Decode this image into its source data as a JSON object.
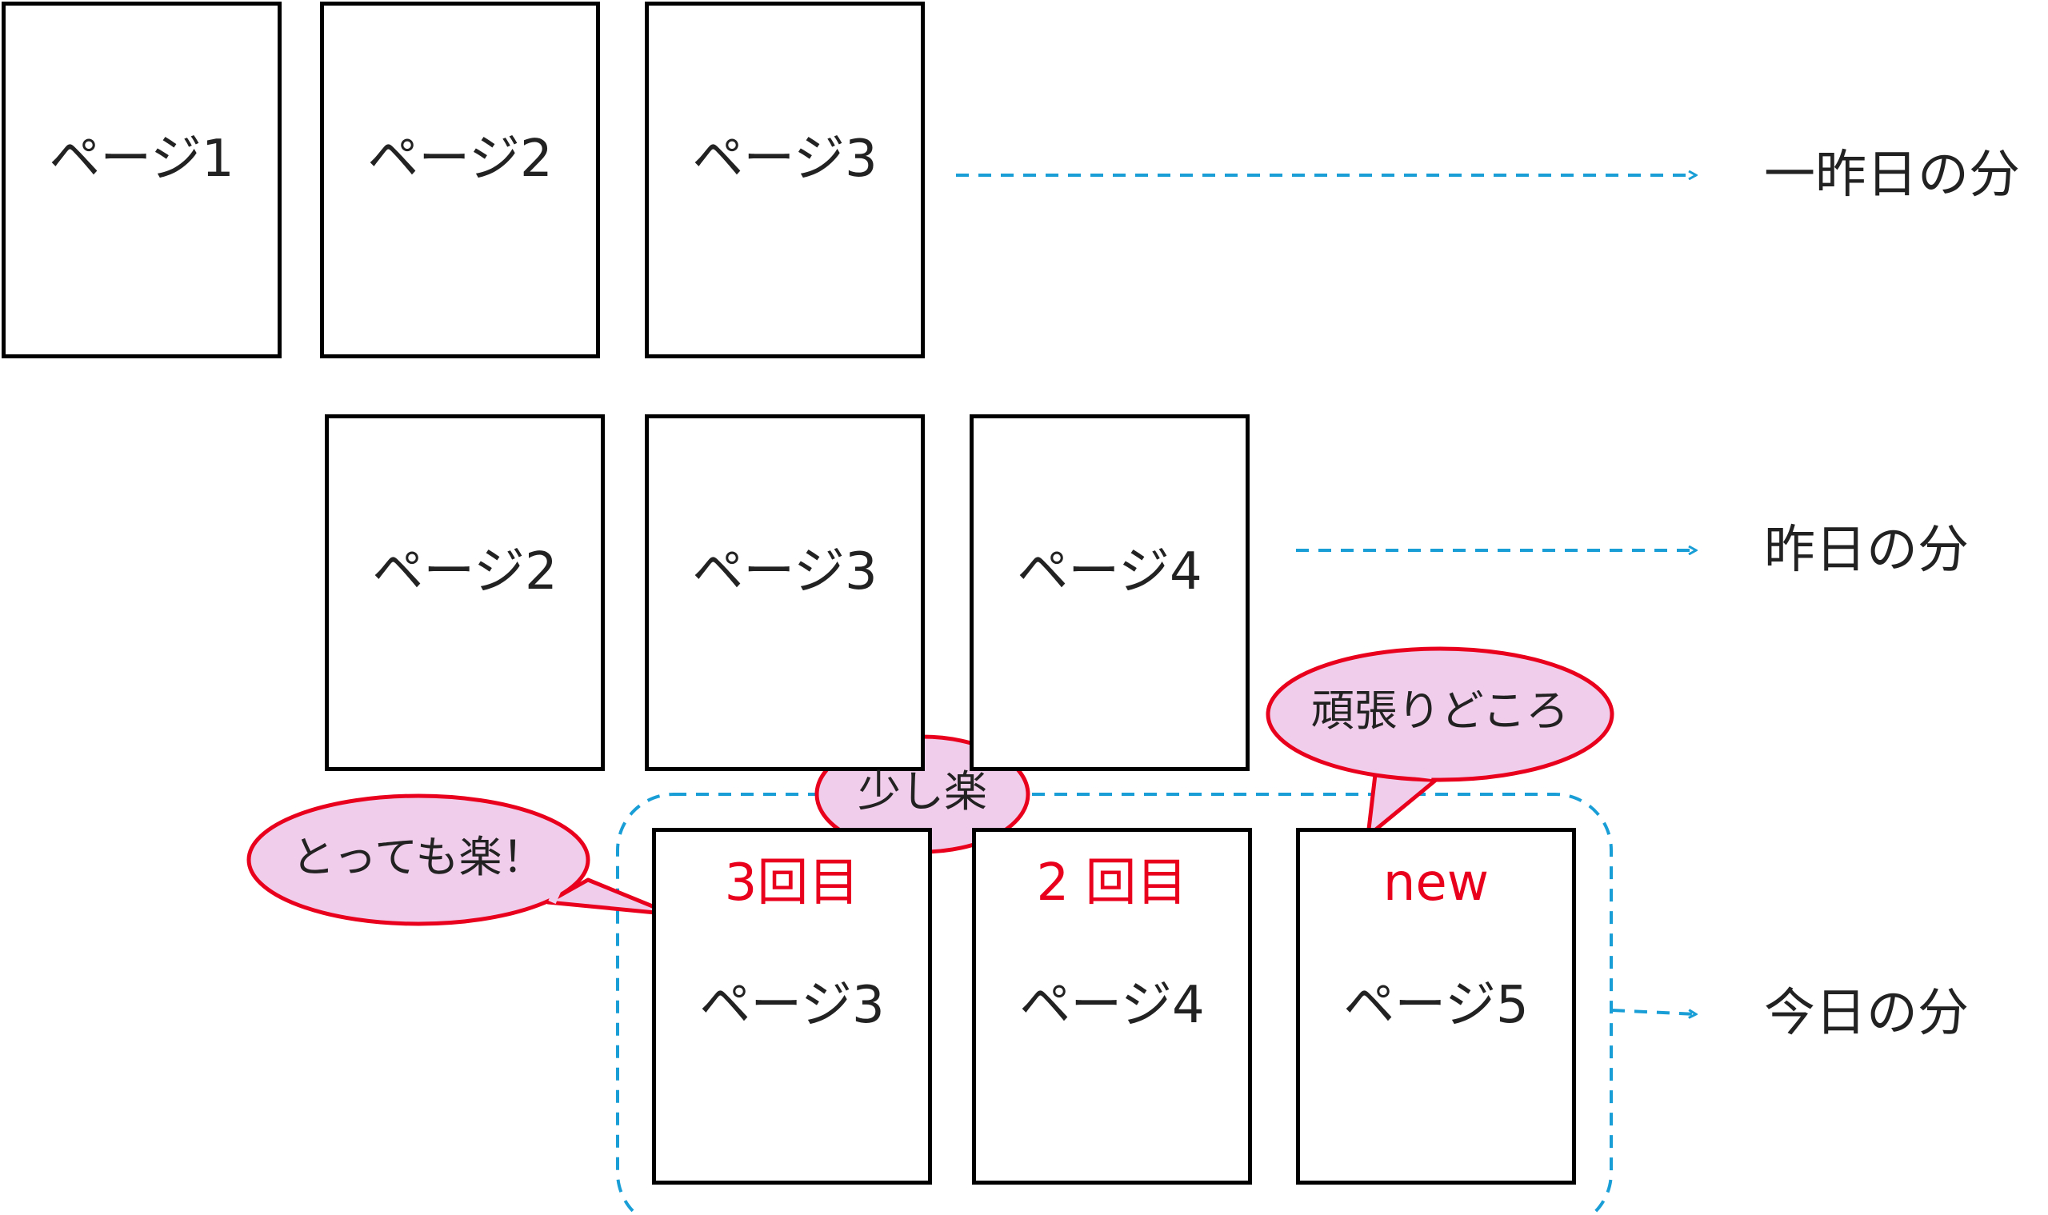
{
  "rows": [
    {
      "label": "一昨日の分",
      "pages": [
        "ページ1",
        "ページ2",
        "ページ3"
      ]
    },
    {
      "label": "昨日の分",
      "pages": [
        "ページ2",
        "ページ3",
        "ページ4"
      ]
    },
    {
      "label": "今日の分",
      "pages": [
        {
          "page": "ページ3",
          "count": "3回目"
        },
        {
          "page": "ページ4",
          "count": "2 回目"
        },
        {
          "page": "ページ5",
          "count": "new"
        }
      ]
    }
  ],
  "bubbles": [
    "とっても楽！",
    "少し楽",
    "頑張りどころ"
  ],
  "colors": {
    "accent_blue": "#1a9ed6",
    "highlight_red": "#e8001c",
    "bubble_fill": "#f0cdea",
    "border": "#000000"
  }
}
